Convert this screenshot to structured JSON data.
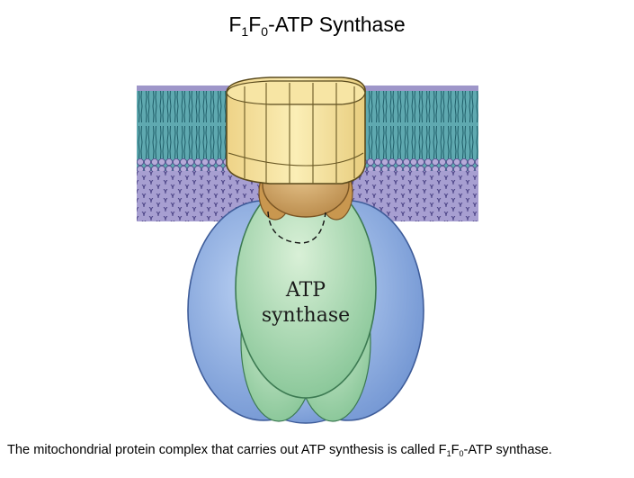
{
  "title": {
    "part1": "F",
    "sub1": "1",
    "part2": "F",
    "sub2": "0",
    "part3": "-ATP Synthase"
  },
  "diagram": {
    "label_line1": "ATP",
    "label_line2": "synthase"
  },
  "caption": {
    "part1": "The mitochondrial protein complex that carries out ATP synthesis is called F",
    "sub1": "1",
    "part2": "F",
    "sub2": "0",
    "part3": "-ATP synthase."
  },
  "colors": {
    "membrane_purple": "#9e96c9",
    "lipid_teal": "#5fa9b0",
    "f0_yellow": "#f5e19a",
    "stalk_tan": "#d3a665",
    "subunit_blue": "#8eaee0",
    "subunit_green": "#a6d8ad"
  }
}
